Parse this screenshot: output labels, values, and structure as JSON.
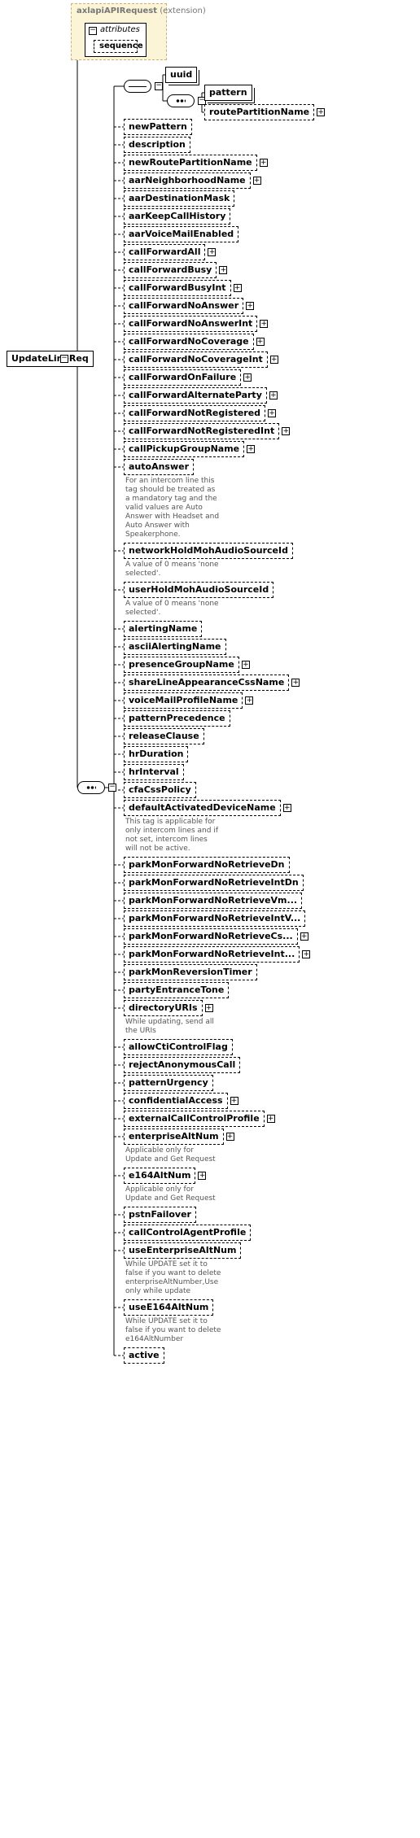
{
  "parent_type": {
    "name": "axlapiAPIRequest",
    "suffix": "(extension)"
  },
  "attributes_label": "attributes",
  "sequence_label": "sequence",
  "root": "UpdateLineReq",
  "choice": {
    "uuid": "uuid",
    "pattern": "pattern",
    "routePartitionName": "routePartitionName"
  },
  "elements": [
    {
      "label": "newPattern",
      "opt": true,
      "plus": false
    },
    {
      "label": "description",
      "opt": true,
      "plus": false
    },
    {
      "label": "newRoutePartitionName",
      "opt": true,
      "plus": true
    },
    {
      "label": "aarNeighborhoodName",
      "opt": true,
      "plus": true
    },
    {
      "label": "aarDestinationMask",
      "opt": true,
      "plus": false
    },
    {
      "label": "aarKeepCallHistory",
      "opt": true,
      "plus": false
    },
    {
      "label": "aarVoiceMailEnabled",
      "opt": true,
      "plus": false
    },
    {
      "label": "callForwardAll",
      "opt": true,
      "plus": true
    },
    {
      "label": "callForwardBusy",
      "opt": true,
      "plus": true
    },
    {
      "label": "callForwardBusyInt",
      "opt": true,
      "plus": true
    },
    {
      "label": "callForwardNoAnswer",
      "opt": true,
      "plus": true
    },
    {
      "label": "callForwardNoAnswerInt",
      "opt": true,
      "plus": true
    },
    {
      "label": "callForwardNoCoverage",
      "opt": true,
      "plus": true
    },
    {
      "label": "callForwardNoCoverageInt",
      "opt": true,
      "plus": true
    },
    {
      "label": "callForwardOnFailure",
      "opt": true,
      "plus": true
    },
    {
      "label": "callForwardAlternateParty",
      "opt": true,
      "plus": true
    },
    {
      "label": "callForwardNotRegistered",
      "opt": true,
      "plus": true
    },
    {
      "label": "callForwardNotRegisteredInt",
      "opt": true,
      "plus": true
    },
    {
      "label": "callPickupGroupName",
      "opt": true,
      "plus": true
    },
    {
      "label": "autoAnswer",
      "opt": true,
      "plus": false,
      "note": "For an intercom line this tag should be treated as a mandatory tag and the valid values are Auto Answer with Headset and Auto Answer with Speakerphone."
    },
    {
      "label": "networkHoldMohAudioSourceId",
      "opt": true,
      "plus": false,
      "note": "A value of 0 means 'none selected'."
    },
    {
      "label": "userHoldMohAudioSourceId",
      "opt": true,
      "plus": false,
      "note": "A value of 0 means 'none selected'."
    },
    {
      "label": "alertingName",
      "opt": true,
      "plus": false
    },
    {
      "label": "asciiAlertingName",
      "opt": true,
      "plus": false
    },
    {
      "label": "presenceGroupName",
      "opt": true,
      "plus": true
    },
    {
      "label": "shareLineAppearanceCssName",
      "opt": true,
      "plus": true
    },
    {
      "label": "voiceMailProfileName",
      "opt": true,
      "plus": true
    },
    {
      "label": "patternPrecedence",
      "opt": true,
      "plus": false
    },
    {
      "label": "releaseClause",
      "opt": true,
      "plus": false
    },
    {
      "label": "hrDuration",
      "opt": true,
      "plus": false
    },
    {
      "label": "hrInterval",
      "opt": true,
      "plus": false
    },
    {
      "label": "cfaCssPolicy",
      "opt": true,
      "plus": false
    },
    {
      "label": "defaultActivatedDeviceName",
      "opt": true,
      "plus": true,
      "note": "This tag is applicable for only intercom lines and if not set, intercom lines will not be active."
    },
    {
      "label": "parkMonForwardNoRetrieveDn",
      "opt": true,
      "plus": false
    },
    {
      "label": "parkMonForwardNoRetrieveIntDn",
      "opt": true,
      "plus": false
    },
    {
      "label": "parkMonForwardNoRetrieveVm...",
      "opt": true,
      "plus": false
    },
    {
      "label": "parkMonForwardNoRetrieveIntV...",
      "opt": true,
      "plus": false
    },
    {
      "label": "parkMonForwardNoRetrieveCs...",
      "opt": true,
      "plus": true
    },
    {
      "label": "parkMonForwardNoRetrieveInt...",
      "opt": true,
      "plus": true
    },
    {
      "label": "parkMonReversionTimer",
      "opt": true,
      "plus": false
    },
    {
      "label": "partyEntranceTone",
      "opt": true,
      "plus": false
    },
    {
      "label": "directoryURIs",
      "opt": true,
      "plus": true,
      "note": "While updating, send all the URIs"
    },
    {
      "label": "allowCtiControlFlag",
      "opt": true,
      "plus": false
    },
    {
      "label": "rejectAnonymousCall",
      "opt": true,
      "plus": false
    },
    {
      "label": "patternUrgency",
      "opt": true,
      "plus": false
    },
    {
      "label": "confidentialAccess",
      "opt": true,
      "plus": true
    },
    {
      "label": "externalCallControlProfile",
      "opt": true,
      "plus": true
    },
    {
      "label": "enterpriseAltNum",
      "opt": true,
      "plus": true,
      "note": "Applicable only for Update and Get Request"
    },
    {
      "label": "e164AltNum",
      "opt": true,
      "plus": true,
      "note": "Applicable only for Update and Get Request"
    },
    {
      "label": "pstnFailover",
      "opt": true,
      "plus": false
    },
    {
      "label": "callControlAgentProfile",
      "opt": true,
      "plus": false
    },
    {
      "label": "useEnterpriseAltNum",
      "opt": true,
      "plus": false,
      "note": "While UPDATE set it to false if you want to delete enterpriseAltNumber,Use only while update"
    },
    {
      "label": "useE164AltNum",
      "opt": true,
      "plus": false,
      "note": "While UPDATE set it to false if you want to delete e164AltNumber"
    },
    {
      "label": "active",
      "opt": true,
      "plus": false
    }
  ]
}
